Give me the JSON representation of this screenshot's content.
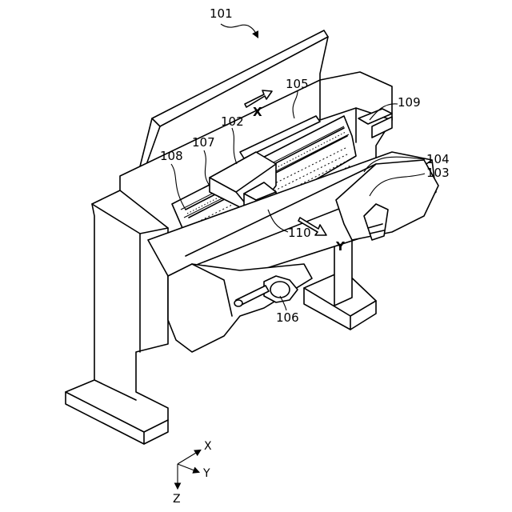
{
  "figure": {
    "labels": {
      "n101": "101",
      "n102": "102",
      "n103": "103",
      "n104": "104",
      "n105": "105",
      "n106": "106",
      "n107": "107",
      "n108": "108",
      "n109": "109",
      "n110": "110"
    },
    "direction_labels": {
      "x": "X",
      "y": "Y"
    },
    "axes_legend": {
      "x": "X",
      "y": "Y",
      "z": "Z"
    }
  }
}
